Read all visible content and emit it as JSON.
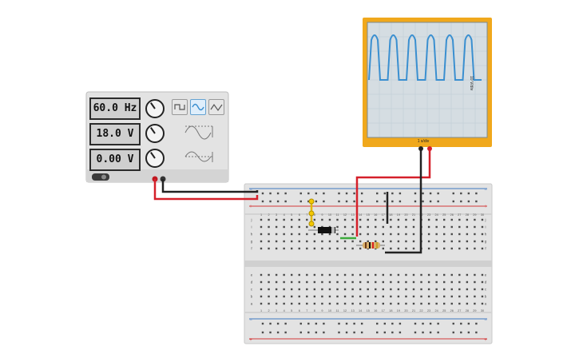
{
  "function_generator": {
    "frequency": "60.0 Hz",
    "amplitude": "18.0 V",
    "dc_offset": "0.00 V",
    "waveforms": [
      "square-wave-icon",
      "sine-wave-icon",
      "triangle-wave-icon"
    ],
    "selected_waveform": "sine-wave-icon"
  },
  "oscilloscope": {
    "time_label": "1 s/div",
    "volt_label": "10 V/div"
  },
  "breadboard": {
    "top_row_numbers": [
      "1",
      "2",
      "3",
      "4",
      "5",
      "6",
      "7",
      "8",
      "9",
      "10",
      "11",
      "12",
      "13",
      "14",
      "15",
      "16",
      "17",
      "18",
      "19",
      "20",
      "21",
      "22",
      "23",
      "24",
      "25",
      "26",
      "27",
      "28",
      "29",
      "30"
    ],
    "top_letters": [
      "j",
      "i",
      "h",
      "g",
      "f"
    ],
    "bottom_letters": [
      "e",
      "d",
      "c",
      "b",
      "a"
    ],
    "rail_minus": "−",
    "rail_plus": "+"
  },
  "colors": {
    "probe_red": "#d5202a",
    "probe_black": "#222222",
    "scope_frame": "#f0a81c",
    "trace_blue": "#3a8fd0",
    "rail_red": "#d33a3a",
    "rail_blue": "#3f78c2"
  }
}
